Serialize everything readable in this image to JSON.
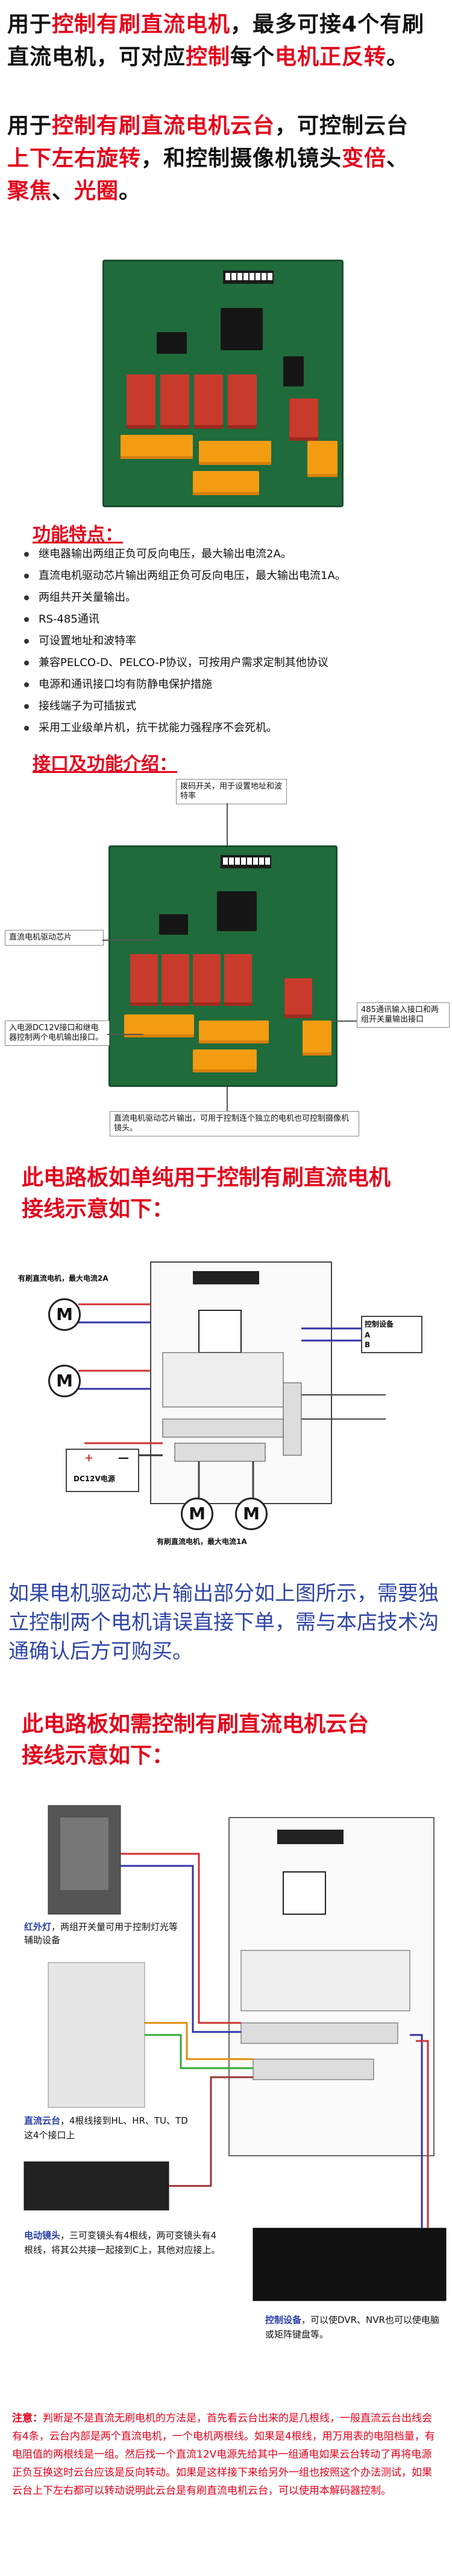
{
  "intro": {
    "line1_a": "用于",
    "line1_b": "控制有刷直流电机",
    "line1_c": "，最多可接4个有刷",
    "line2_a": "直流电机，可对应",
    "line2_b": "控制",
    "line2_c": "每个",
    "line2_d": "电机正反转",
    "line2_e": "。",
    "line3_a": "用于",
    "line3_b": "控制有刷直流电机云台",
    "line3_c": "，可控制云台",
    "line4_a": "上下左右旋转",
    "line4_b": "，和控制摄像机镜头",
    "line4_c": "变倍",
    "line4_d": "、",
    "line5_a": "聚焦",
    "line5_b": "、",
    "line5_c": "光圈",
    "line5_d": "。"
  },
  "features": {
    "title": "功能特点：",
    "items": [
      "继电器输出两组正负可反向电压，最大输出电流2A。",
      "直流电机驱动芯片输出两组正负可反向电压，最大输出电流1A。",
      "两组共开关量输出。",
      "RS-485通讯",
      "可设置地址和波特率",
      "兼容PELCO-D、PELCO-P协议，可按用户需求定制其他协议",
      "电源和通讯接口均有防静电保护措施",
      "接线端子为可插拔式",
      "采用工业级单片机，抗干扰能力强程序不会死机。"
    ]
  },
  "interface": {
    "title": "接口及功能介绍：",
    "callouts": {
      "dip": "拨码开关，用于设置地址和波特率",
      "drive_chip": "直流电机驱动芯片",
      "power": "入电源DC12V接口和继电器控制两个电机输出接口。",
      "rs485": "485通讯输入接口和两组开关量输出接口",
      "bottom": "直流电机驱动芯片输出，可用于控制连个独立的电机也可控制摄像机镜头。"
    }
  },
  "wiring1": {
    "title_l1": "此电路板如单纯用于控制有刷直流电机",
    "title_l2": "接线示意如下：",
    "motor_label_top": "有刷直流电机，最大电流2A",
    "motor_label_bottom": "有刷直流电机，最大电流1A",
    "device_label": "控制设备",
    "pin_a": "A",
    "pin_b": "B",
    "plus": "+",
    "minus": "—",
    "psu_label": "DC12V电源",
    "motor_symbol": "M"
  },
  "notice": {
    "text": "如果电机驱动芯片输出部分如上图所示，需要独立控制两个电机请误直接下单，需与本店技术沟通确认后方可购买。"
  },
  "wiring2": {
    "title_l1": "此电路板如需控制有刷直流电机云台",
    "title_l2": "接线示意如下：",
    "ir_label": "红外灯",
    "ir_desc": "，两组开关量可用于控制灯光等辅助设备",
    "ptz_label": "直流云台",
    "ptz_desc": "，4根线接到HL、HR、TU、TD这4个接口上",
    "lens_label": "电动镜头",
    "lens_desc": "，三可变镜头有4根线，两可变镜头有4根线，将其公共接一起接到C上，其他对应接上。",
    "ctrl_label": "控制设备",
    "ctrl_desc": "，可以使DVR、NVR也可以使电脑或矩阵键盘等。"
  },
  "note": {
    "head": "注意：",
    "body": "判断是不是直流无刷电机的方法是，首先看云台出来的是几根线，一般直流云台出线会有4条，云台内部是两个直流电机，一个电机两根线。如果是4根线，用万用表的电阻档量，有电阻值的两根线是一组。然后找一个直流12V电源先给其中一组通电如果云台转动了再将电源正负互换这时云台应该是反向转动。如果是这样接下来给另外一组也按照这个办法测试，如果云台上下左右都可以转动说明此云台是有刷直流电机云台，可以使用本解码器控制。"
  }
}
